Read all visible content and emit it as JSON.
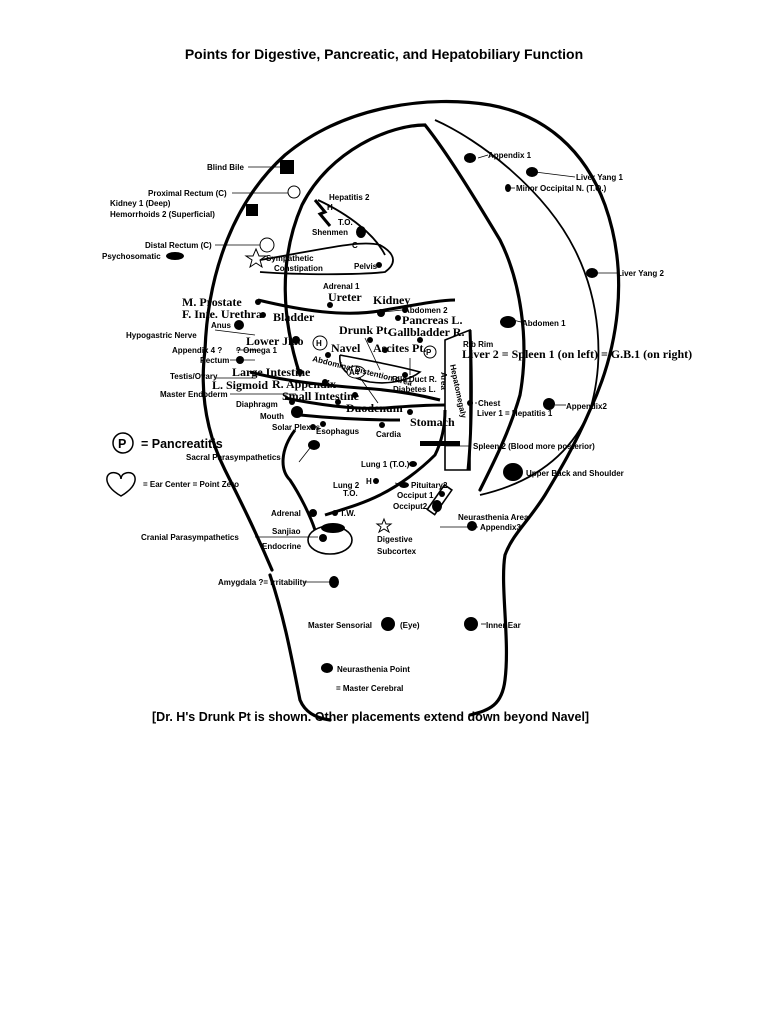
{
  "title": "Points for Digestive, Pancreatic, and Hepatobiliary Function",
  "caption": "[Dr. H's Drunk Pt is shown. Other placements extend down beyond Navel]",
  "legend": {
    "pancreatitis_symbol": "P",
    "pancreatitis_text": "= Pancreatitis",
    "ear_center_text": "= Ear Center = Point Zero"
  },
  "labels": {
    "appendix1": "Appendix 1",
    "liver_yang1": "Liver Yang 1",
    "minor_occipital": "Minor Occipital N. (T.O.)",
    "liver_yang2": "Liver Yang 2",
    "blind_bile": "Blind Bile",
    "proximal_rectum": "Proximal Rectum (C)",
    "kidney1_deep": "Kidney 1 (Deep)",
    "hemorrhoids2": "Hemorrhoids 2 (Superficial)",
    "hepatitis2": "Hepatitis 2",
    "h_small": "H",
    "t_o": "T.O.",
    "shenmen": "Shenmen",
    "c_small": "C",
    "distal_rectum": "Distal Rectum (C)",
    "psychosomatic": "Psychosomatic",
    "sympathetic": "Sympathetic",
    "constipation": "Constipation",
    "pelvis": "Pelvis",
    "adrenal1": "Adrenal 1",
    "ureter": "Ureter",
    "kidney": "Kidney",
    "m_prostate": "M. Prostate",
    "f_inte_urethra": "F. Inte. Urethra",
    "bladder": "Bladder",
    "abdomen2": "Abdomen 2",
    "pancreas_l": "Pancreas L.",
    "abdomen1": "Abdomen 1",
    "anus": "Anus",
    "drunk_pt": "Drunk Pt.",
    "gallbladder_r": "Gallbladder R.",
    "hypogastric_nerve": "Hypogastric Nerve",
    "lower_jiao": "Lower Jiao",
    "navel": "Navel",
    "ascites_pt": "Ascites Pt.",
    "rib_rim": "Rib Rim",
    "appendix4": "Appendix 4 ?",
    "omega1": "? Omega 1",
    "liver2": "Liver 2 = Spleen 1 (on left) = G.B.1 (on right)",
    "rectum": "Rectum",
    "abdominal_distention": "Abdominal Distention Area",
    "large_intestine": "Large Intestine",
    "testis_ovary": "Testis/Ovary",
    "a4": "A4",
    "bile_duct_r": "Bile Duct R.",
    "diabetes_l": "Diabetes L.",
    "hepatomegaly": "Hepatomegaly",
    "area": "Area",
    "l_sigmoid": "L. Sigmoid",
    "r_appendix": "R. Appendix",
    "master_endoderm": "Master Endoderm",
    "small_intestine": "Small Intestine",
    "chest": "Chest",
    "liver1": "Liver 1 = Hepatitis 1",
    "appendix2": "Appendix2",
    "diaphragm": "Diaphragm",
    "duodenum": "Duodenum",
    "mouth": "Mouth",
    "solar_plexus": "Solar Plexus",
    "esophagus": "Esophagus",
    "cardia": "Cardia",
    "stomach": "Stomach",
    "spleen2": "Spleen 2 (Blood more posterior)",
    "sacral_parasym": "Sacral Parasympathetics",
    "lung1": "Lung 1 (T.O.)",
    "upper_back": "Upper Back and Shoulder",
    "lung2": "Lung 2",
    "h_lung": "H",
    "t_o_lung": "T.O.",
    "pituitary2": "Pituitary2",
    "occiput1": "Occiput 1",
    "occiput2": "Occiput2",
    "neurasthenia_area": "Neurasthenia Area",
    "appendix3": "Appendix3",
    "adrenal": "Adrenal",
    "tw": "T.W.",
    "sanjiao": "Sanjiao",
    "cranial_parasym": "Cranial Parasympathetics",
    "endocrine": "Endocrine",
    "digestive": "Digestive",
    "subcortex": "Subcortex",
    "amygdala": "Amygdala ?= Irritability",
    "master_sensorial": "Master Sensorial",
    "eye": "(Eye)",
    "inner_ear": "Inner Ear",
    "neurasthenia_point": "Neurasthenia Point",
    "master_cerebral": "= Master Cerebral"
  }
}
